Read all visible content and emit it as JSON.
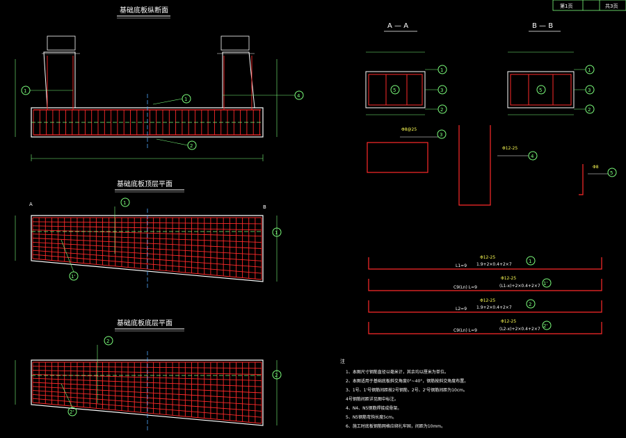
{
  "title_block": {
    "cell1": "第1页",
    "cell2": "共3页"
  },
  "views": {
    "longitudinal": {
      "title": "基础底板纵断面"
    },
    "top_plan": {
      "title": "基础底板顶层平面"
    },
    "bottom_plan": {
      "title": "基础底板底层平面"
    },
    "section_a": {
      "title": "A — A"
    },
    "section_b": {
      "title": "B — B"
    }
  },
  "bar_callouts": {
    "b1": "1",
    "b1p": "1'",
    "b2": "2",
    "b2p": "2'",
    "b3": "3",
    "b4": "4",
    "b5": "5"
  },
  "section_labels": {
    "a": "A",
    "b": "B"
  },
  "bar_schedule": [
    {
      "mark": "1",
      "spec": "Φ12-25",
      "len": "L1=9",
      "note": "1.9+2×0.4+2×7"
    },
    {
      "mark": "1'",
      "spec": "Φ12-25",
      "len": "C9(Ln) L=9",
      "note": "(L1-x)+2×0.4+2×7"
    },
    {
      "mark": "2",
      "spec": "Φ12-25",
      "len": "L2=9",
      "note": "1.9+2×0.4+2×7"
    },
    {
      "mark": "2'",
      "spec": "Φ12-25",
      "len": "C9(Ln) L=9",
      "note": "(L2-x)+2×0.4+2×7"
    }
  ],
  "detail_labels": {
    "d3_spec": "Φ8@25",
    "d4_spec": "Φ12-25",
    "d5_spec": "Φ8"
  },
  "notes": {
    "heading": "注",
    "items": [
      "1、本图尺寸钢筋直径以毫米计，其余均以厘米为单位。",
      "2、本图适用于基础底板斜交角度0°~40°，钢筋按斜交角度布置。",
      "3、1号、1'号钢筋间距按2号钢筋，2号、2'号钢筋间距为10cm。",
      "   4号钢筋间距详见图中标注。",
      "4、N4、N5钢筋焊接成骨架。",
      "5、N5钢筋弯钩长度5cm。",
      "6、施工时底板钢筋网格应绑扎牢固，间距为10mm。"
    ]
  },
  "colors": {
    "rebar": "#ff2a2a",
    "outline": "#ffffff",
    "dim": "#7cff7c",
    "axis": "#4fa8ff",
    "text": "#ffff55"
  }
}
